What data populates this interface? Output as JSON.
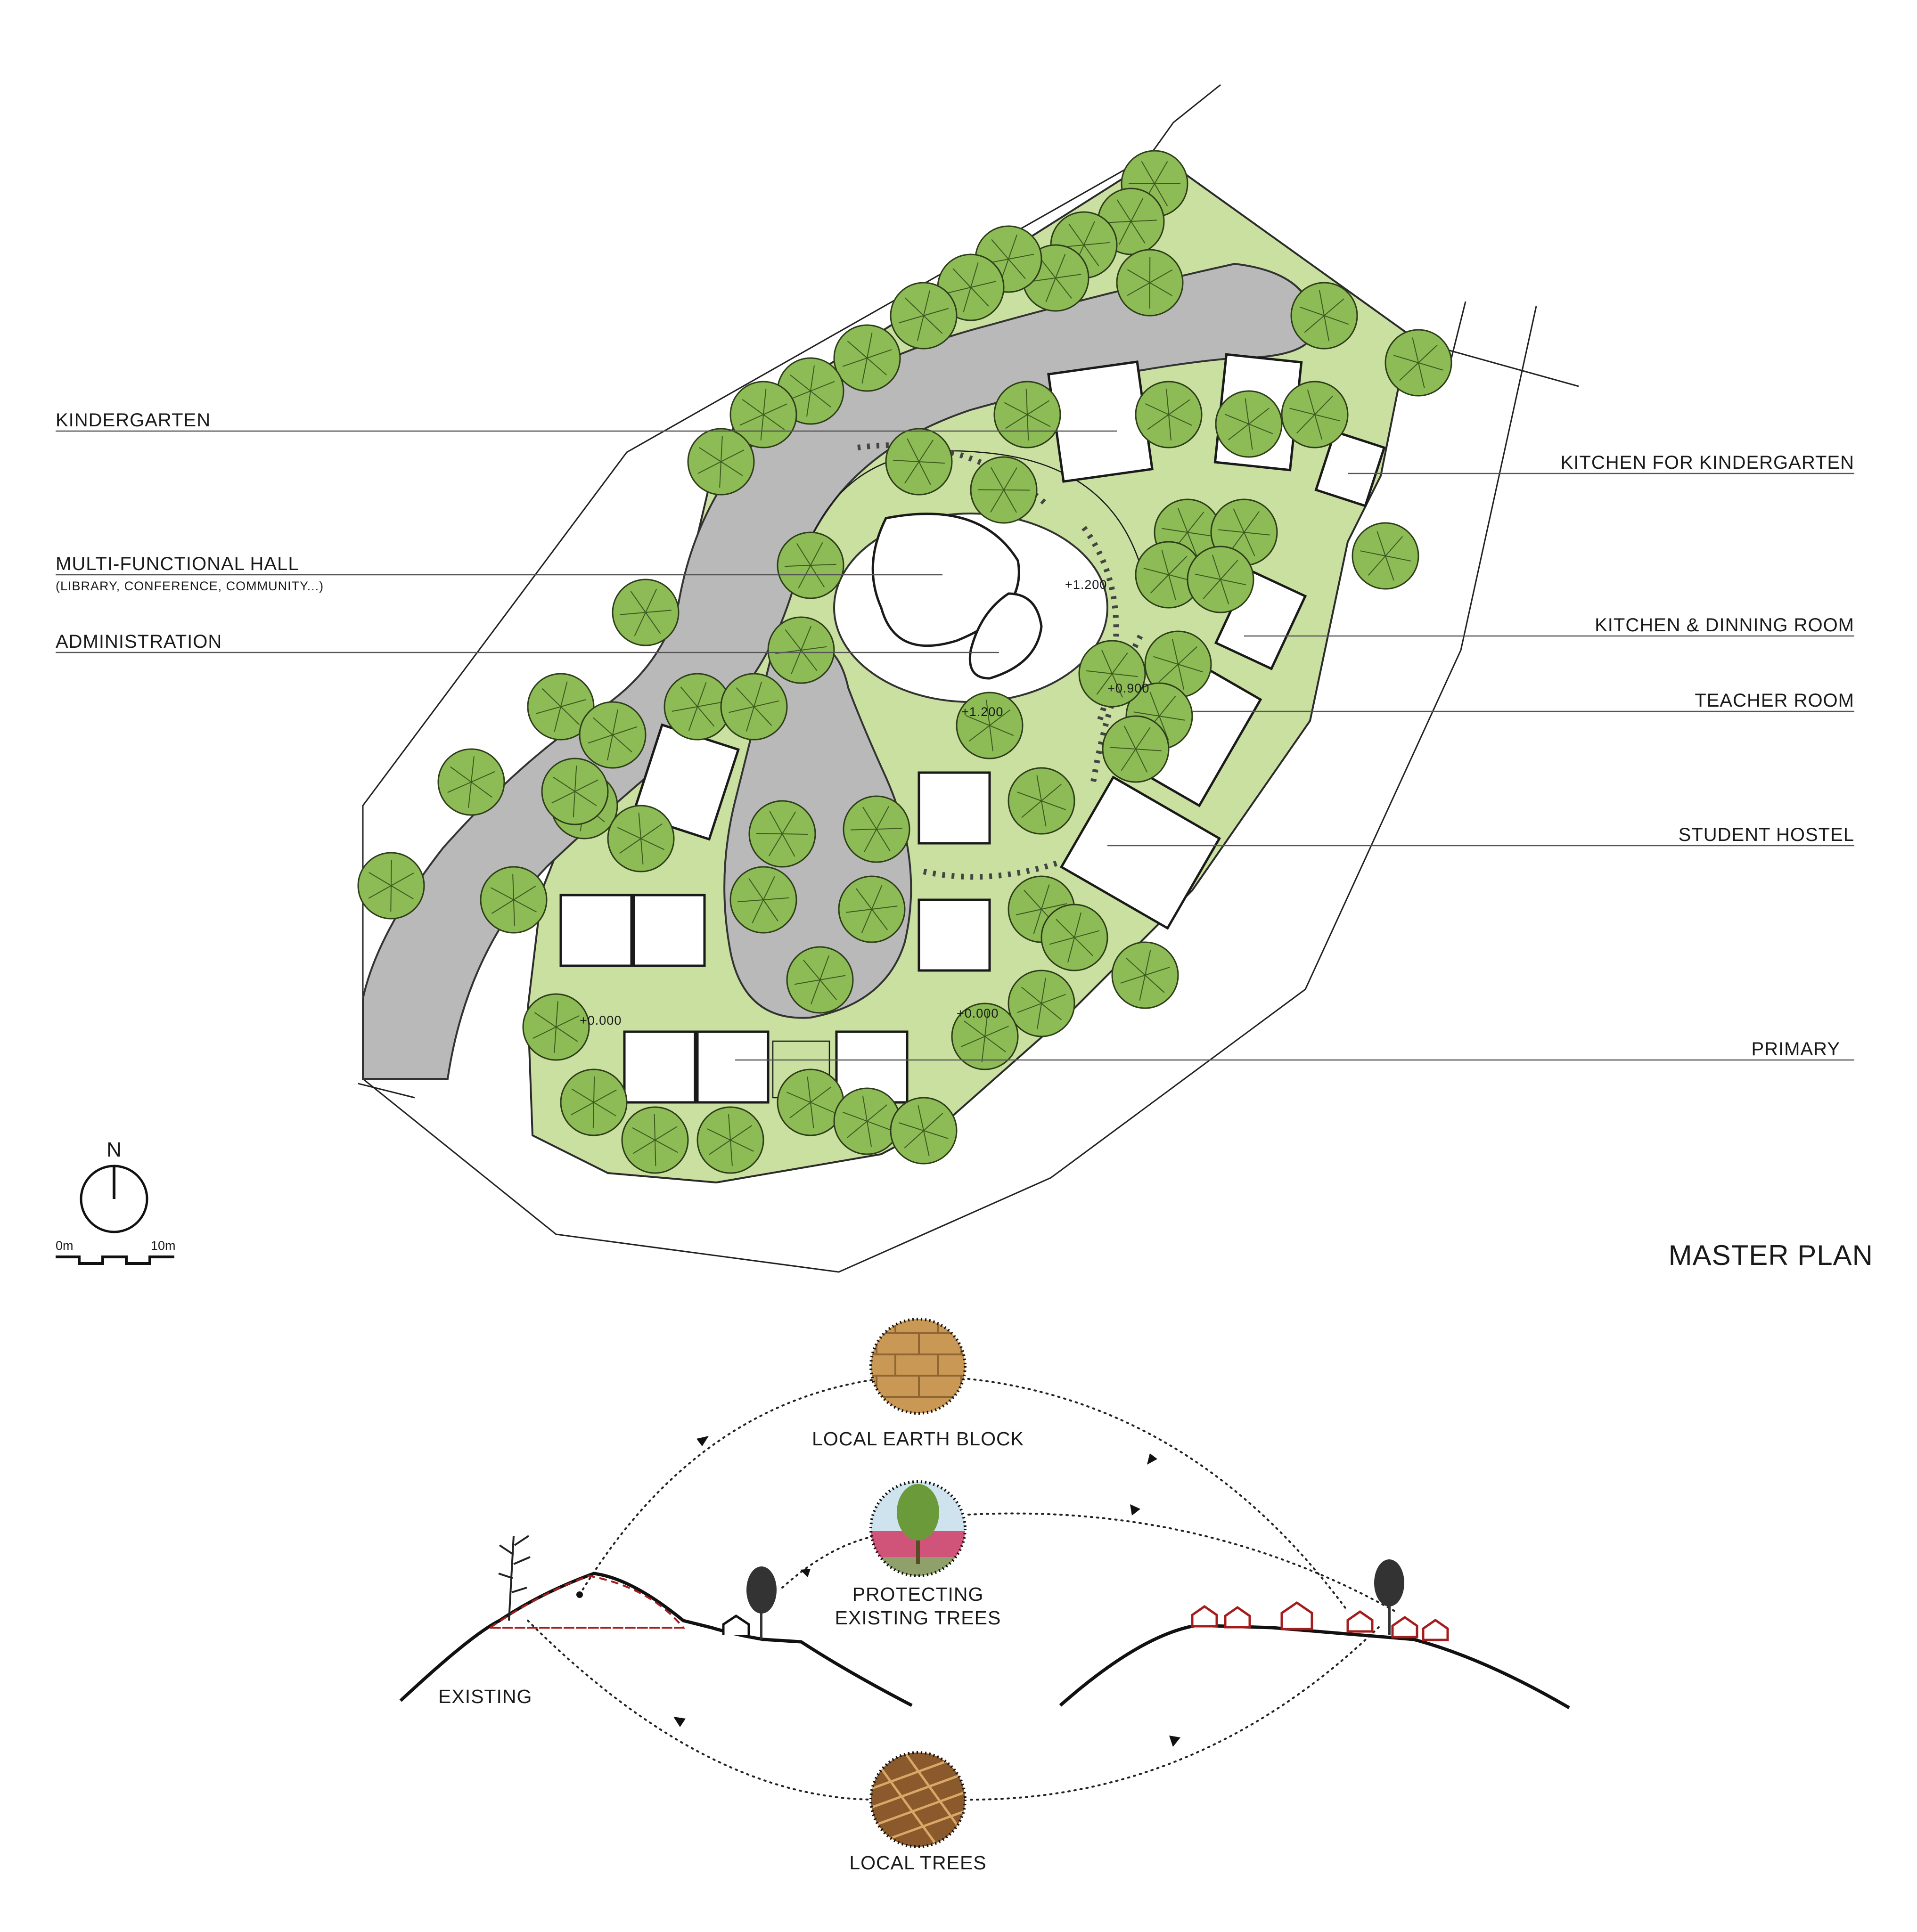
{
  "plan": {
    "title": "MASTER PLAN",
    "labels": {
      "kindergarten": "KINDERGARTEN",
      "multi_hall": "MULTI-FUNCTIONAL HALL",
      "multi_hall_sub": "(LIBRARY, CONFERENCE, COMMUNITY...)",
      "administration": "ADMINISTRATION",
      "kitchen_kindergarten": "KITCHEN FOR KINDERGARTEN",
      "kitchen_dining": "KITCHEN & DINNING ROOM",
      "teacher_room": "TEACHER ROOM",
      "student_hostel": "STUDENT HOSTEL",
      "primary": "PRIMARY"
    },
    "north": "N",
    "scale": {
      "start": "0m",
      "end": "10m"
    },
    "level_marks": [
      "+0.000",
      "+0.000",
      "+1.200",
      "+1.200",
      "+0.900"
    ]
  },
  "diagram": {
    "labels": {
      "earth_block": "LOCAL EARTH BLOCK",
      "protecting_line1": "PROTECTING",
      "protecting_line2": "EXISTING TREES",
      "local_trees": "LOCAL TREES",
      "existing": "EXISTING"
    }
  },
  "colors": {
    "grass": "#c9e0a0",
    "tree": "#8dbb55",
    "path": "#b9b9b9",
    "accent_red": "#a51c1c",
    "earth_block": "#c99855",
    "timber": "#8a5a2c"
  }
}
